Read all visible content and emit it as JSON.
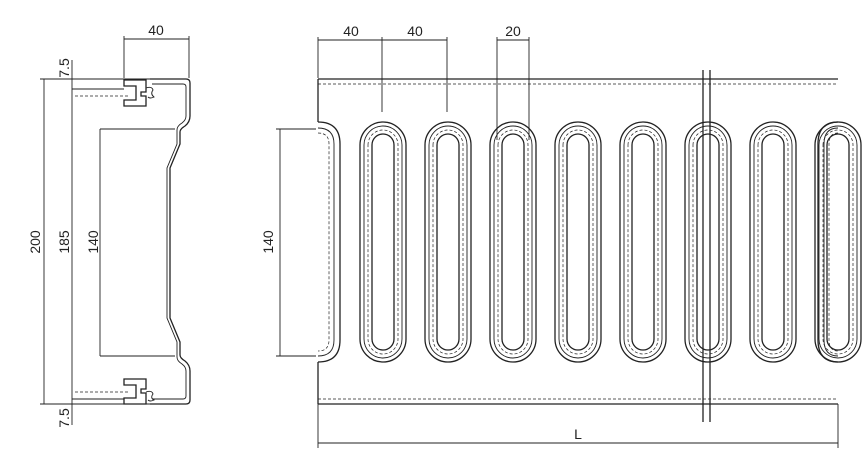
{
  "side_view": {
    "dims": {
      "top_width": "40",
      "lip_top": "7.5",
      "lip_bottom": "7.5",
      "total_height": "200",
      "inner_height": "185",
      "opening_height": "140"
    }
  },
  "plan_view": {
    "dims": {
      "pitch_1": "40",
      "pitch_2": "40",
      "slot_width": "20",
      "slot_length": "140",
      "length": "L"
    },
    "slot_count": 8
  },
  "colors": {
    "line": "#222222",
    "background": "#ffffff"
  }
}
